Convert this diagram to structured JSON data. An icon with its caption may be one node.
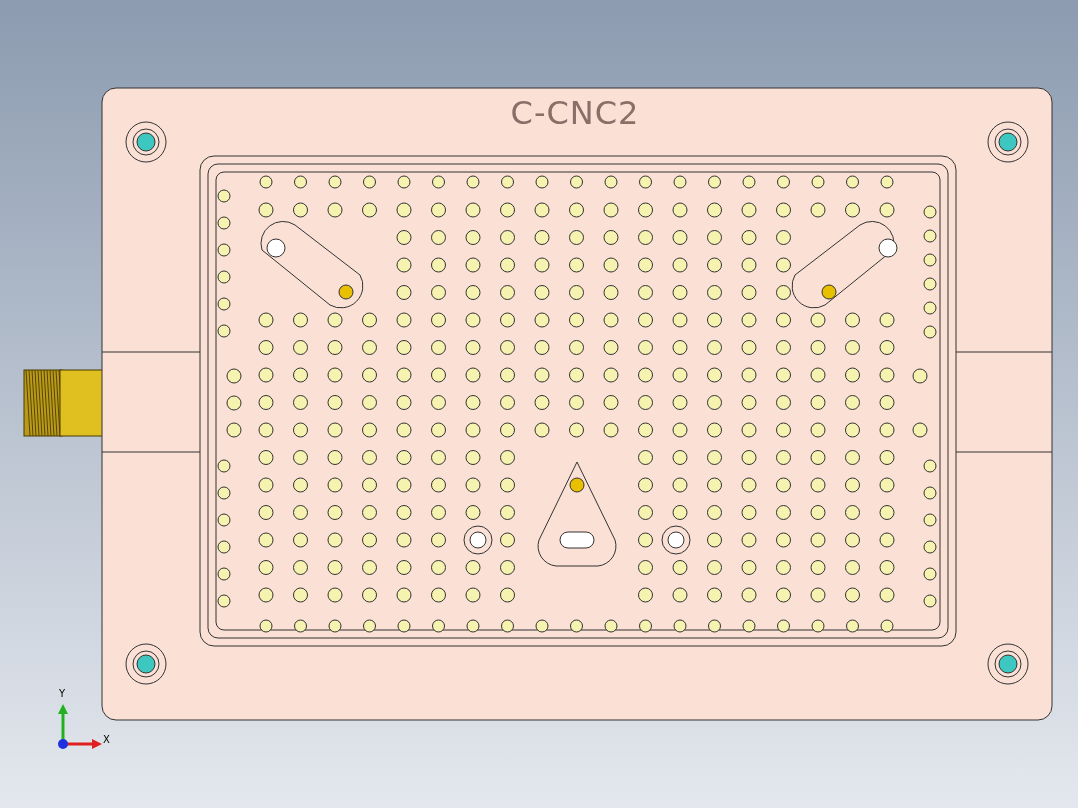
{
  "diagram": {
    "labels": [
      "C-CNC2",
      "Y",
      "X"
    ]
  }
}
